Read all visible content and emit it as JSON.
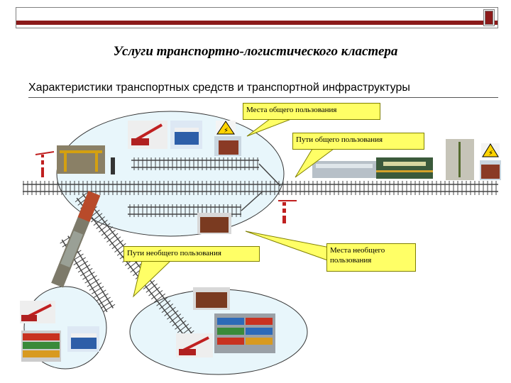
{
  "header": {
    "title": "Услуги транспортно-логистического кластера",
    "subtitle": "Характеристики транспортных средств и транспортной инфраструктуры"
  },
  "callouts": {
    "public_places": "Места общего пользования",
    "public_tracks": "Пути общего пользования",
    "private_tracks": "Пути необщего пользования",
    "private_places": "Места необщего пользования"
  },
  "colors": {
    "accent": "#8b1a1a",
    "callout_fill": "#ffff66",
    "ellipse_fill": "#e8f6fb",
    "track": "#555555"
  }
}
